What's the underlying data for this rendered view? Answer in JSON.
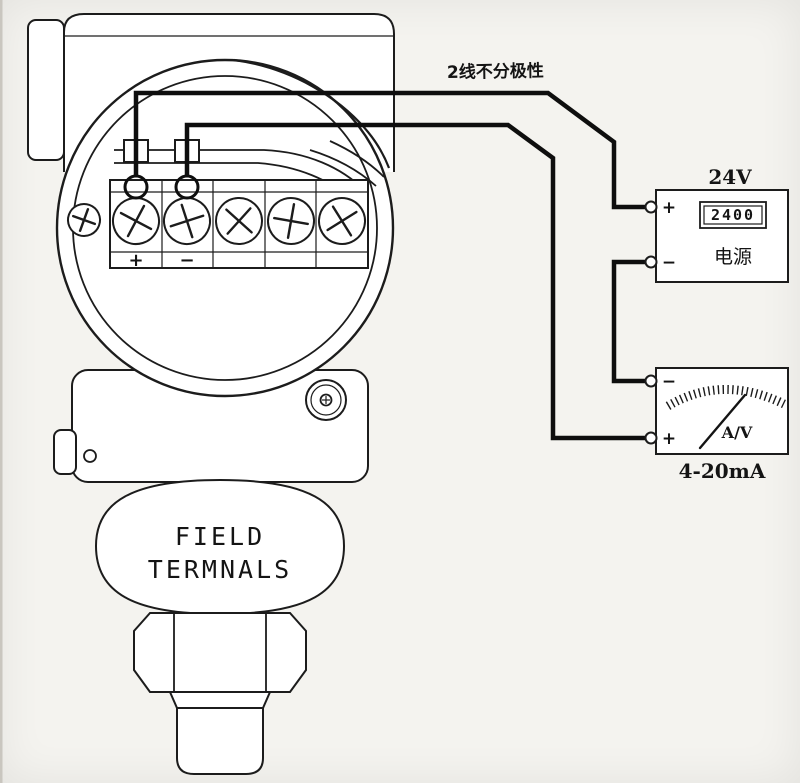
{
  "labels": {
    "wiring_note": "2线不分极性"
  },
  "transmitter": {
    "terminals": {
      "plus": "+",
      "minus": "−"
    },
    "body_line1": "FIELD",
    "body_line2": "TERMNALS"
  },
  "power_supply": {
    "voltage": "24V",
    "display": "2400",
    "name": "电源",
    "plus": "+",
    "minus": "−"
  },
  "meter": {
    "minus": "−",
    "plus": "+",
    "label": "A/V",
    "range": "4-20mA"
  },
  "colors": {
    "line": "#1c1c1c",
    "wire": "#0e0e0e",
    "background": "#f4f3ef",
    "paper": "#ffffff"
  }
}
